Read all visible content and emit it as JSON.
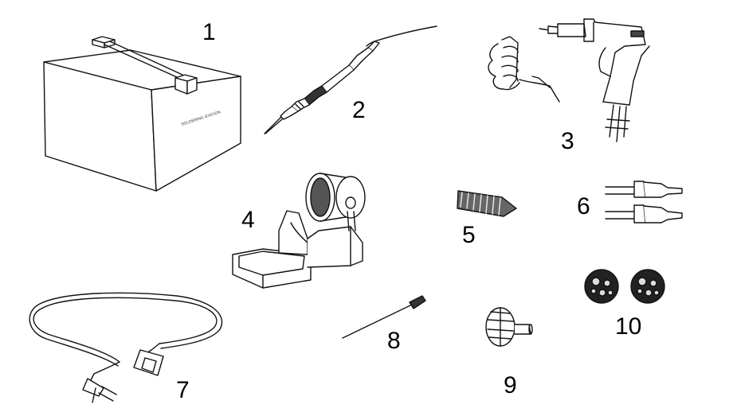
{
  "figure": {
    "parts": [
      {
        "number": "1",
        "icon": "storage-box-icon"
      },
      {
        "number": "2",
        "icon": "soldering-iron-icon"
      },
      {
        "number": "3",
        "icon": "desoldering-gun-icon"
      },
      {
        "number": "4",
        "icon": "iron-stand-icon"
      },
      {
        "number": "5",
        "icon": "heater-filter-spring-icon"
      },
      {
        "number": "6",
        "icon": "desoldering-nozzles-icon"
      },
      {
        "number": "7",
        "icon": "power-cord-icon"
      },
      {
        "number": "8",
        "icon": "cleaning-pin-icon"
      },
      {
        "number": "9",
        "icon": "filter-cap-icon"
      },
      {
        "number": "10",
        "icon": "filter-pads-icon"
      }
    ],
    "box_label": "SOLDERING STATION"
  }
}
